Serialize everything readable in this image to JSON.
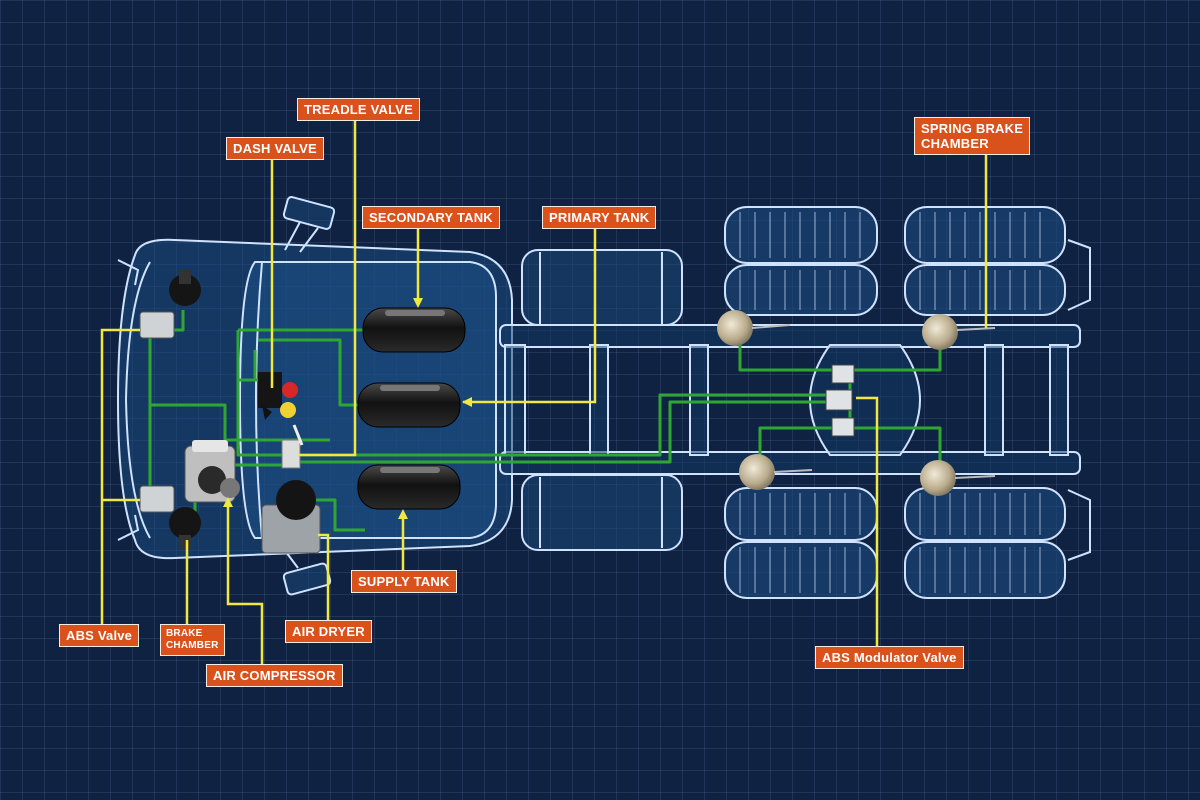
{
  "labels": {
    "treadle_valve": "TREADLE VALVE",
    "dash_valve": "DASH VALVE",
    "secondary_tank": "SECONDARY TANK",
    "primary_tank": "PRIMARY TANK",
    "spring_brake_chamber": "SPRING BRAKE\nCHAMBER",
    "supply_tank": "SUPPLY TANK",
    "abs_valve": "ABS Valve",
    "brake_chamber": "BRAKE\nCHAMBER",
    "air_compressor": "AIR COMPRESSOR",
    "air_dryer": "AIR DRYER",
    "abs_modulator_valve": "ABS Modulator Valve"
  },
  "colors": {
    "background": "#0f2241",
    "label_fill": "#d9521c",
    "leader_line": "#f2e640",
    "air_line": "#2fa634",
    "outline": "#cfe2ff",
    "truck_body": "#1b4a7e"
  }
}
